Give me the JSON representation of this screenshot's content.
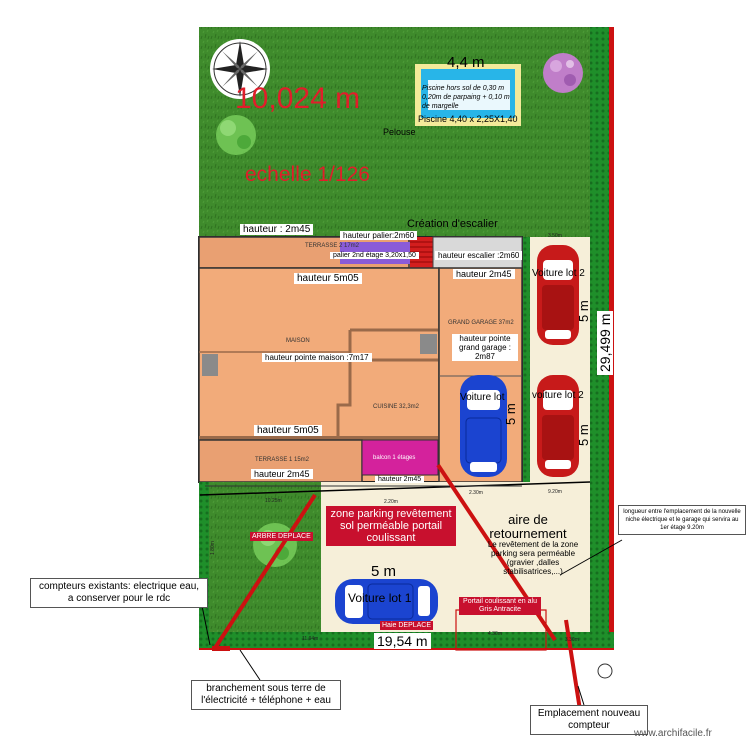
{
  "plan": {
    "pool_width_dim": "4,4 m",
    "pool_note": "Piscine hors sol de 0,30 m 0,20m de parpaing + 0,10 m de margelle",
    "pool_label": "Piscine 4,40 x 2,25X1,40",
    "lawn_dim": "10,024 m",
    "lawn_label": "Pelouse",
    "scale": "echelle 1/126",
    "stairs_label": "Création d'escalier",
    "height_terrace": "hauteur : 2m45",
    "height_landing": "hauteur palier:2m60",
    "landing_2nd": "palier 2nd étage 3,20x1,50",
    "height_stairs": "hauteur escalier :2m60",
    "terrace_2": "TERRASSE 2 17m2",
    "height_garage_top": "hauteur 2m45",
    "height_house_top": "hauteur 5m05",
    "house_label": "MAISON",
    "house_peak": "hauteur pointe maison :7m17",
    "kitchen": "CUISINE 32,3m2",
    "height_house_bottom": "hauteur 5m05",
    "terrace_1": "TERRASSE 1 15m2",
    "height_terrace_1": "hauteur 2m45",
    "balcony": "balcon 1 étages",
    "height_balcony": "hauteur 2m45",
    "garage_label": "GRAND GARAGE 37m2",
    "garage_peak": "hauteur pointe grand garage : 2m87",
    "car_garage": "Voiture lot",
    "dim_5m_garage": "5 m",
    "car_lot2_top": "Voiture lot 2",
    "dim_5m_lot2_top": "5 m",
    "car_lot2_bottom": "voiture lot 2",
    "dim_5m_lot2_bottom": "5 m",
    "dim_3_50": "3.50m",
    "side_dim": "29,499 m",
    "parking_zone": "zone parking revêtement sol perméable portail coulissant",
    "turnaround": "aire de retournement",
    "permeable_note": "Le revêtement de la zone parking sera perméable (gravier ,dalles stabilisatrices,...)",
    "tree_moved": "ARBRE DEPLACE",
    "hedge_moved": "Haie DEPLACE",
    "car_lot1": "Voiture lot 1",
    "dim_5m_lot1": "5 m",
    "sliding_gate": "Portail coulissant en alu Gris Antracite",
    "front_dim": "19,54 m",
    "dim_11_94": "11.94m",
    "dim_4_30": "4.30m",
    "dim_3_30": "3.30m",
    "dim_2_20": "2.20m",
    "dim_2_30": "2.30m",
    "dim_10_25": "10.25m",
    "dim_9_20": "9.20m",
    "dim_left": "1.80m"
  },
  "notes": {
    "meters": "compteurs existants: electrique eau, a conserver pour le rdc",
    "underground": "branchement sous terre de l'électricité + téléphone + eau",
    "new_meter": "Emplacement nouveau compteur",
    "distance": "longueur entre l'emplacement de la nouvelle niche électrique et le garage qui servira au 1er étage 9.20m"
  },
  "watermark": "www.archifacile.fr"
}
